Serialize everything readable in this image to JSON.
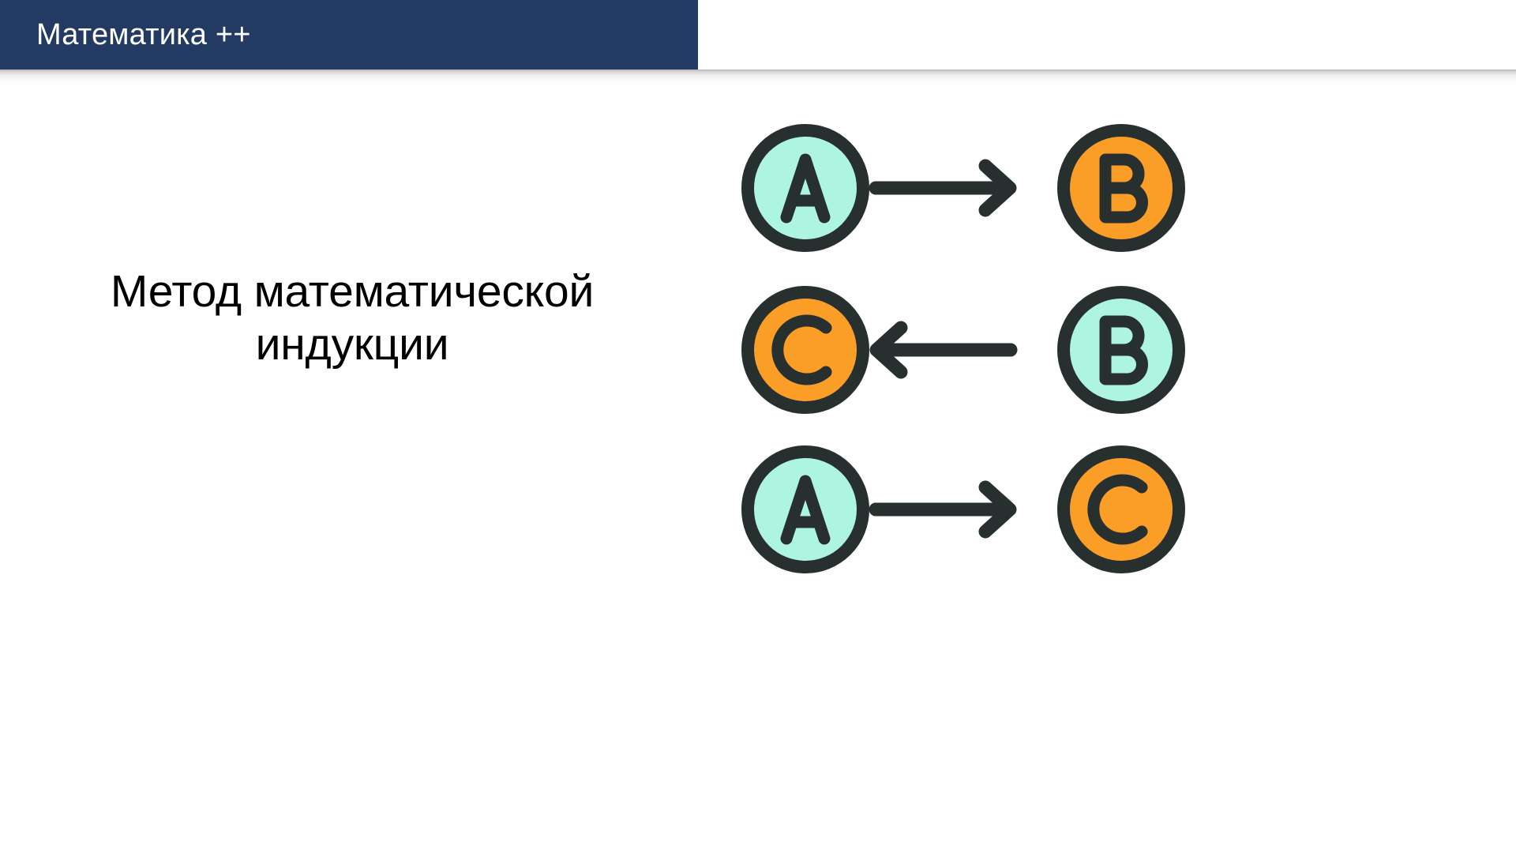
{
  "slide": {
    "background_color": "#FFFFFF",
    "header": {
      "title": "Математика ++",
      "background_color": "#233A63",
      "text_color": "#FFFFFF"
    },
    "title": "Метод математической индукции",
    "title_color": "#000000"
  },
  "diagram": {
    "name": "implication-chain",
    "palette": {
      "mint": "#AEF5DF",
      "orange": "#FA9E28",
      "ink": "#282F2F"
    },
    "rows": [
      {
        "id": "row-1",
        "left": {
          "label": "A",
          "fill": "mint"
        },
        "right": {
          "label": "B",
          "fill": "orange"
        },
        "arrow_direction": "right"
      },
      {
        "id": "row-2",
        "left": {
          "label": "C",
          "fill": "orange"
        },
        "right": {
          "label": "B",
          "fill": "mint"
        },
        "arrow_direction": "left"
      },
      {
        "id": "row-3",
        "left": {
          "label": "A",
          "fill": "mint"
        },
        "right": {
          "label": "C",
          "fill": "orange"
        },
        "arrow_direction": "right"
      }
    ]
  }
}
